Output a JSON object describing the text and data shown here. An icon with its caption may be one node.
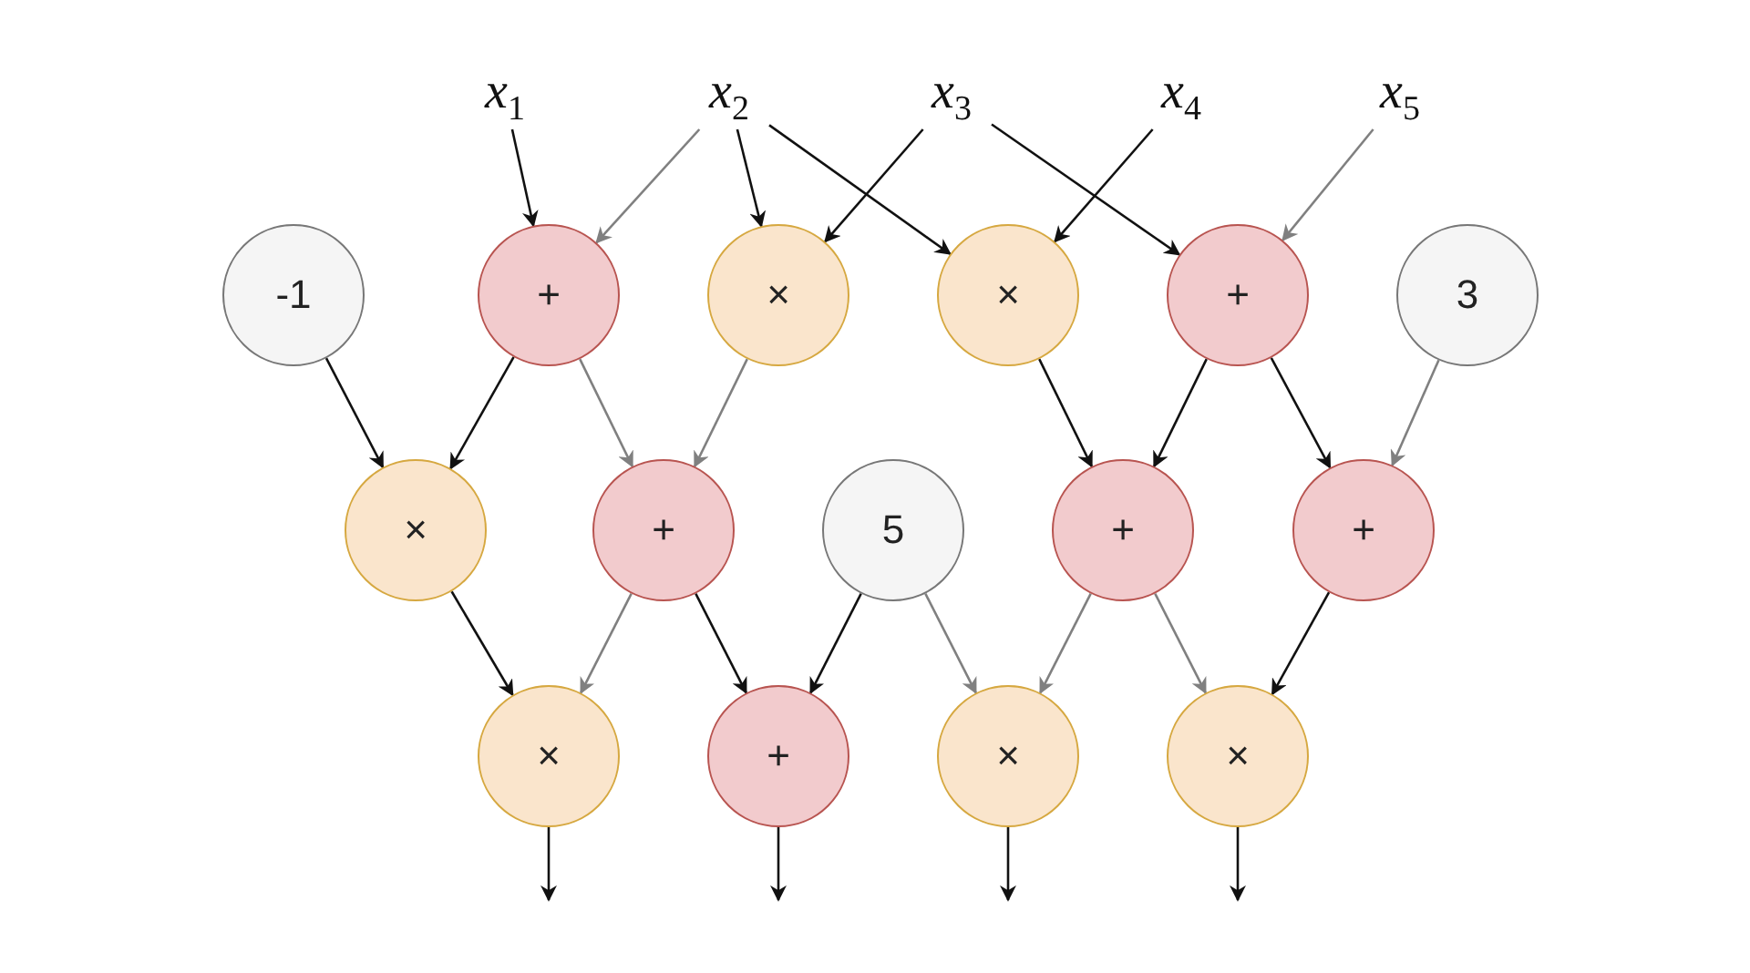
{
  "diagram": {
    "nodes": [
      {
        "text": [
          "x$_{1}$"
        ]
      },
      {
        "text": [
          "x$_{2}$"
        ]
      },
      {
        "text": [
          "x$_{3}$"
        ]
      },
      {
        "text": [
          "x$_{4}$"
        ]
      },
      {
        "text": [
          "x$_{5}$"
        ]
      },
      {
        "text": [
          "-1"
        ]
      },
      {
        "text": [
          "+"
        ]
      },
      {
        "text": [
          "×"
        ]
      },
      {
        "text": [
          "×"
        ]
      },
      {
        "text": [
          "+"
        ]
      },
      {
        "text": [
          "3"
        ]
      },
      {
        "text": [
          "×"
        ]
      },
      {
        "text": [
          "+"
        ]
      },
      {
        "text": [
          "5"
        ]
      },
      {
        "text": [
          "+"
        ]
      },
      {
        "text": [
          "+"
        ]
      },
      {
        "text": [
          "×"
        ]
      },
      {
        "text": [
          "+"
        ]
      },
      {
        "text": [
          "×"
        ]
      },
      {
        "text": [
          "×"
        ]
      }
    ],
    "edges": [
      {
        "from": 0,
        "to": 6,
        "arrow": "to"
      },
      {
        "from": 1,
        "to": 6,
        "arrow": "to",
        "color": "#808080"
      },
      {
        "from": 1,
        "to": 7,
        "arrow": "to"
      },
      {
        "from": 1,
        "to": 8,
        "arrow": "to"
      },
      {
        "from": 2,
        "to": 7,
        "arrow": "to"
      },
      {
        "from": 2,
        "to": 9,
        "arrow": "to"
      },
      {
        "from": 3,
        "to": 8,
        "arrow": "to"
      },
      {
        "from": 4,
        "to": 9,
        "arrow": "to",
        "color": "#808080"
      },
      {
        "from": 5,
        "to": 11,
        "arrow": "to"
      },
      {
        "from": 6,
        "to": 11,
        "arrow": "to"
      },
      {
        "from": 6,
        "to": 12,
        "arrow": "to",
        "color": "#808080"
      },
      {
        "from": 7,
        "to": 12,
        "arrow": "to",
        "color": "#808080"
      },
      {
        "from": 8,
        "to": 14,
        "arrow": "to"
      },
      {
        "from": 9,
        "to": 14,
        "arrow": "to"
      },
      {
        "from": 9,
        "to": 15,
        "arrow": "to"
      },
      {
        "from": 10,
        "to": 15,
        "arrow": "to",
        "color": "#808080"
      },
      {
        "from": 11,
        "to": 16,
        "arrow": "to"
      },
      {
        "from": 12,
        "to": 16,
        "arrow": "to",
        "color": "#808080"
      },
      {
        "from": 12,
        "to": 17,
        "arrow": "to"
      },
      {
        "from": 13,
        "to": 17,
        "arrow": "to"
      },
      {
        "from": 13,
        "to": 18,
        "arrow": "to",
        "color": "#808080"
      },
      {
        "from": 14,
        "to": 18,
        "arrow": "to",
        "color": "#808080"
      },
      {
        "from": 14,
        "to": 19,
        "arrow": "to",
        "color": "#808080"
      },
      {
        "from": 15,
        "to": 19,
        "arrow": "to"
      },
      {
        "from": 16,
        "to": null,
        "arrow": "to"
      },
      {
        "from": 17,
        "to": null,
        "arrow": "to"
      },
      {
        "from": 18,
        "to": null,
        "arrow": "to"
      },
      {
        "from": 19,
        "to": null,
        "arrow": "to"
      }
    ]
  }
}
